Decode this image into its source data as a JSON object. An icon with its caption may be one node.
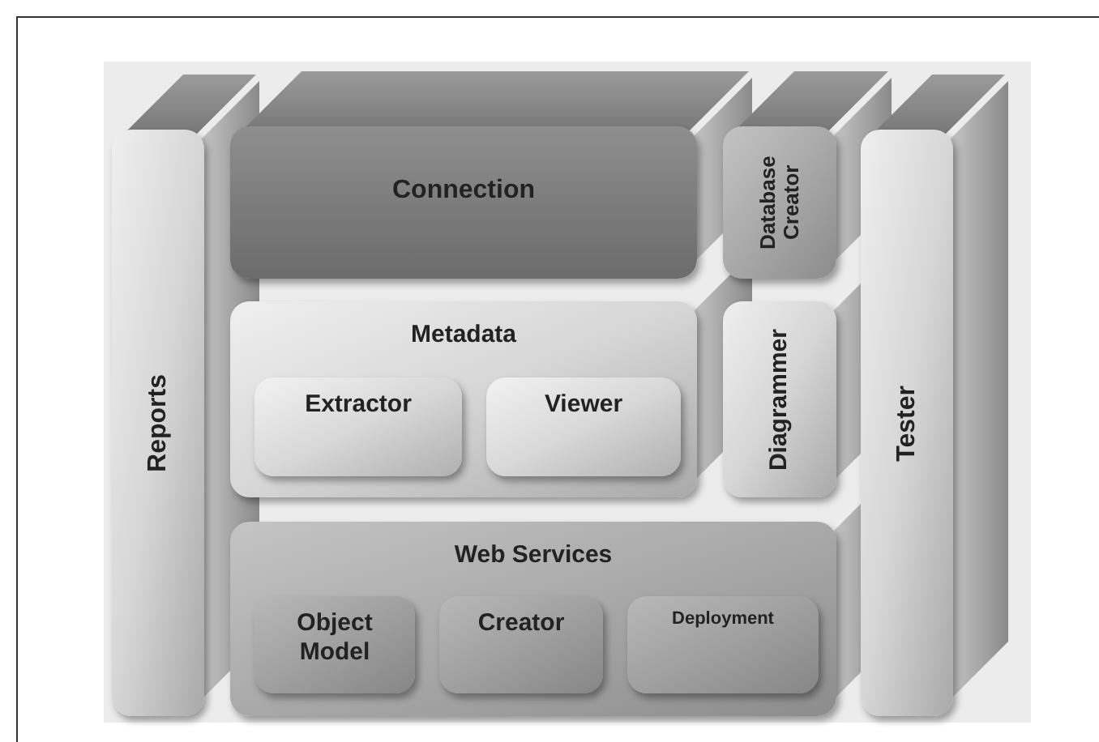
{
  "diagram": {
    "nodes": [
      {
        "text": [
          "Reports"
        ]
      },
      {
        "text": [
          "Connection"
        ]
      },
      {
        "text": [
          "Database Creator"
        ]
      },
      {
        "text": [
          "Metadata"
        ]
      },
      {
        "text": [
          "Extractor"
        ],
        "in": 3
      },
      {
        "text": [
          "Viewer"
        ],
        "in": 3
      },
      {
        "text": [
          "Diagrammer"
        ]
      },
      {
        "text": [
          "Web Services"
        ]
      },
      {
        "text": [
          "Object Model"
        ],
        "in": 7
      },
      {
        "text": [
          "Creator"
        ],
        "in": 7
      },
      {
        "text": [
          "Deployment"
        ],
        "in": 7
      },
      {
        "text": [
          "Tester"
        ]
      }
    ]
  }
}
